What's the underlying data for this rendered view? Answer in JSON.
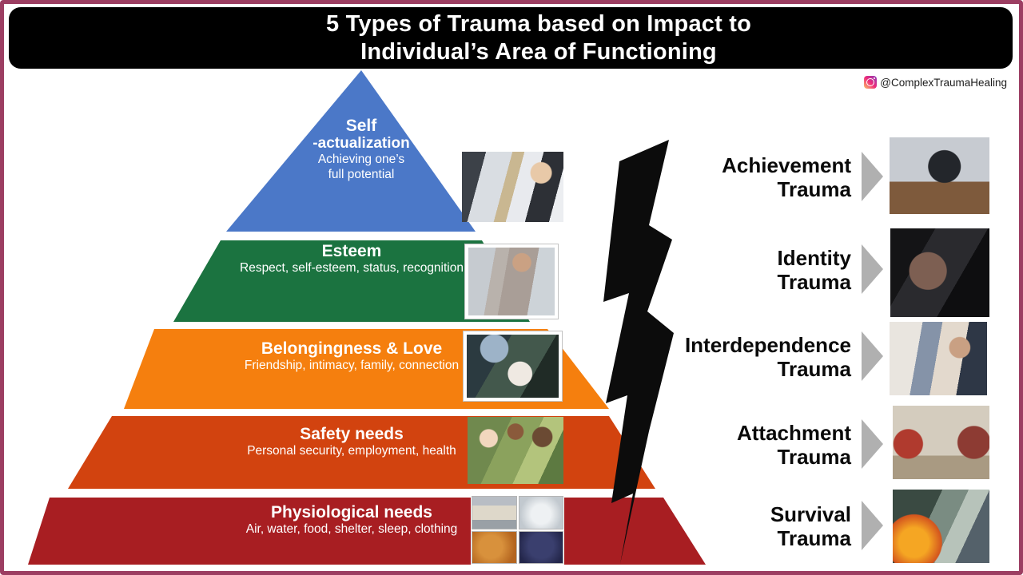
{
  "title": {
    "line1": "5 Types of Trauma based on Impact to",
    "line2": "Individual’s Area of Functioning"
  },
  "watermark": {
    "handle": "@ComplexTraumaHealing",
    "icon": "instagram-gradient-camera"
  },
  "pyramid": {
    "levels": [
      {
        "heading": "Self",
        "heading2": "-actualization",
        "description": "Achieving one’s",
        "description2": "full potential",
        "color": "#4b78c8",
        "photo": "art-easel-meeting"
      },
      {
        "heading": "Esteem",
        "description": "Respect, self-esteem,  status,  recognition",
        "color": "#1b7340",
        "photo": "confident-businesswoman"
      },
      {
        "heading": "Belongingness & Love",
        "description": "Friendship, intimacy,  family,  connection",
        "color": "#f57f0e",
        "photo": "mother-lifting-baby"
      },
      {
        "heading": "Safety needs",
        "description": "Personal security,  employment,  health",
        "color": "#d2430f",
        "photo": "smiling-family"
      },
      {
        "heading": "Physiological needs",
        "description": "Air, water, food, shelter,  sleep, clothing",
        "color": "#a81e22",
        "photos": [
          "house",
          "water-pitcher",
          "fried-chicken",
          "winter-jacket"
        ]
      }
    ]
  },
  "traumas": [
    {
      "line1": "Achievement",
      "line2": "Trauma",
      "photo": "businessman-slumped-on-floor"
    },
    {
      "line1": "Identity",
      "line2": "Trauma",
      "photo": "woman-with-bruised-face"
    },
    {
      "line1": "Interdependence",
      "line2": "Trauma",
      "photo": "distracted-father-sad-child"
    },
    {
      "line1": "Attachment",
      "line2": "Trauma",
      "photo": "refugee-family-camp"
    },
    {
      "line1": "Survival",
      "line2": "Trauma",
      "photo": "natural-disaster-collage"
    }
  ],
  "colors": {
    "frame_border": "#9c3e62",
    "title_bar": "#000000",
    "arrow": "#b0b0b0",
    "lightning": "#0c0c0c"
  }
}
